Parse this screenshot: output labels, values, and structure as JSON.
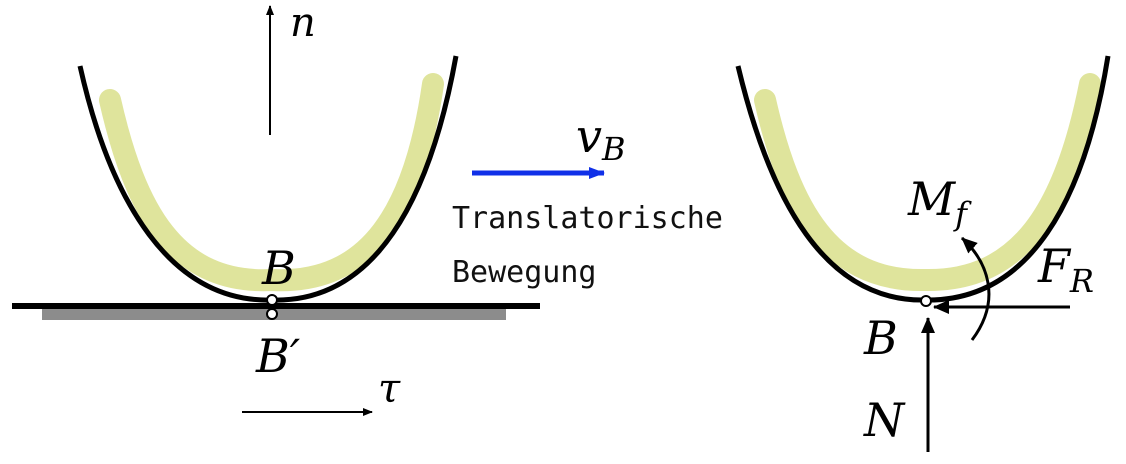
{
  "labels": {
    "n": "n",
    "tau": "τ",
    "B_left": "B",
    "B_prime": "B′",
    "v": "v",
    "v_sub": "B",
    "motion_line1": "Translatorische",
    "motion_line2": "Bewegung",
    "M": "M",
    "M_sub": "f",
    "F": "F",
    "F_sub": "R",
    "B_right": "B",
    "N": "N"
  },
  "colors": {
    "curve": "#000000",
    "highlight": "#dfe49c",
    "ground": "#000000",
    "ground_shadow": "#8c8c8c",
    "velocity_arrow": "#1030e8",
    "arrows": "#000000"
  }
}
